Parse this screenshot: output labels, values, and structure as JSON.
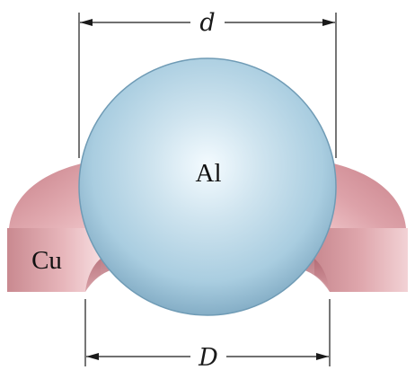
{
  "figure": {
    "sphere_label": "Al",
    "ring_label": "Cu",
    "top_dimension_label": "d",
    "bottom_dimension_label": "D"
  },
  "colors": {
    "sphere_highlight": "#f4fbff",
    "sphere_mid": "#a9cde0",
    "sphere_edge": "#6f9bb5",
    "ring_light": "#f2cdd1",
    "ring_mid": "#d9949c",
    "ring_dark": "#b0646e",
    "line": "#1a1a1a"
  }
}
